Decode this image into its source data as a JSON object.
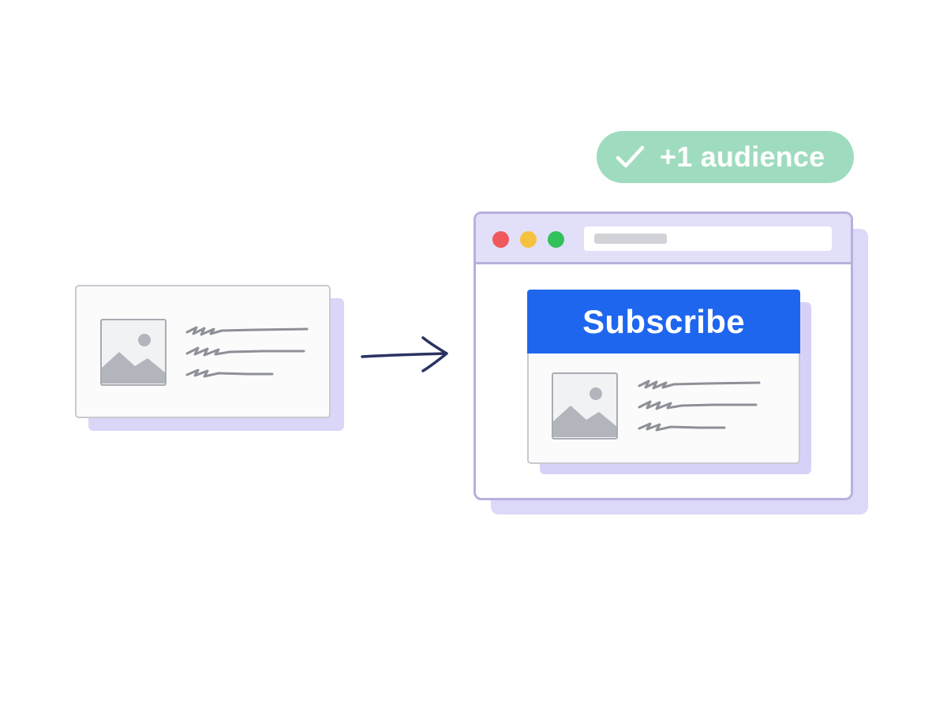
{
  "badge": {
    "text": "+1 audience",
    "icon": "check-icon",
    "color": "#9fdcbf"
  },
  "window": {
    "dots": [
      {
        "name": "close",
        "color": "#f0585c"
      },
      {
        "name": "minimize",
        "color": "#f6c23e"
      },
      {
        "name": "maximize",
        "color": "#32c15a"
      }
    ]
  },
  "subscribe_button": {
    "label": "Subscribe",
    "color": "#1e66ee"
  },
  "arrow": {
    "icon": "arrow-right-icon",
    "color": "#2b3262"
  }
}
